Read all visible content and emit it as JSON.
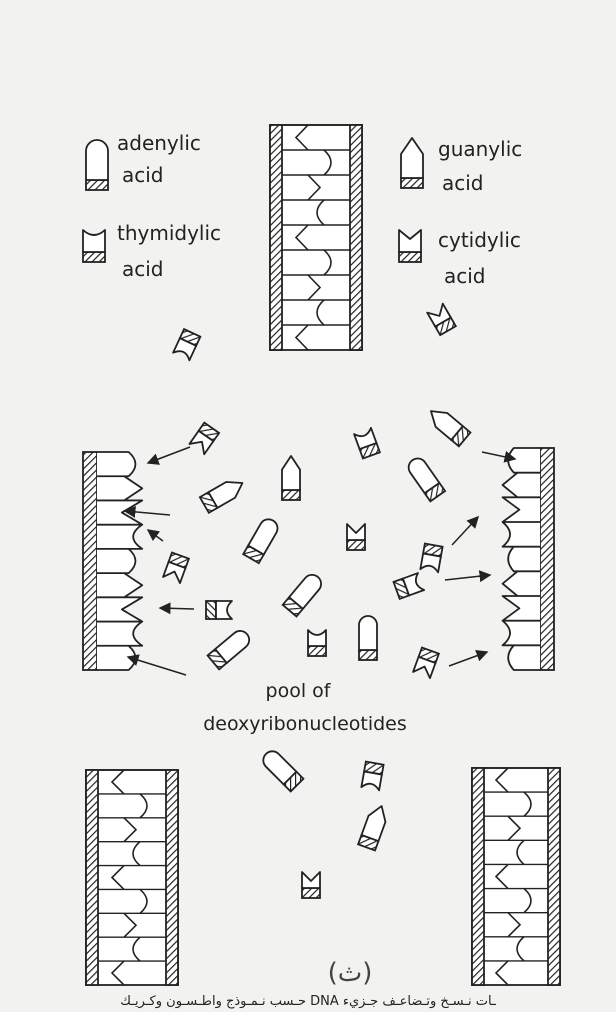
{
  "legend": {
    "adenylic": [
      "adenylic",
      "acid"
    ],
    "guanylic": [
      "guanylic",
      "acid"
    ],
    "thymidylic": [
      "thymidylic",
      "acid"
    ],
    "cytidylic": [
      "cytidylic",
      "acid"
    ]
  },
  "pool_label": [
    "pool of",
    "deoxyribonucleotides"
  ],
  "page_marker": "(ث)",
  "caption": "ـات نـسـخ وتـضاعـف جـزيء DNA حـسب نـمـوذج واطـسـون وكـريـك"
}
